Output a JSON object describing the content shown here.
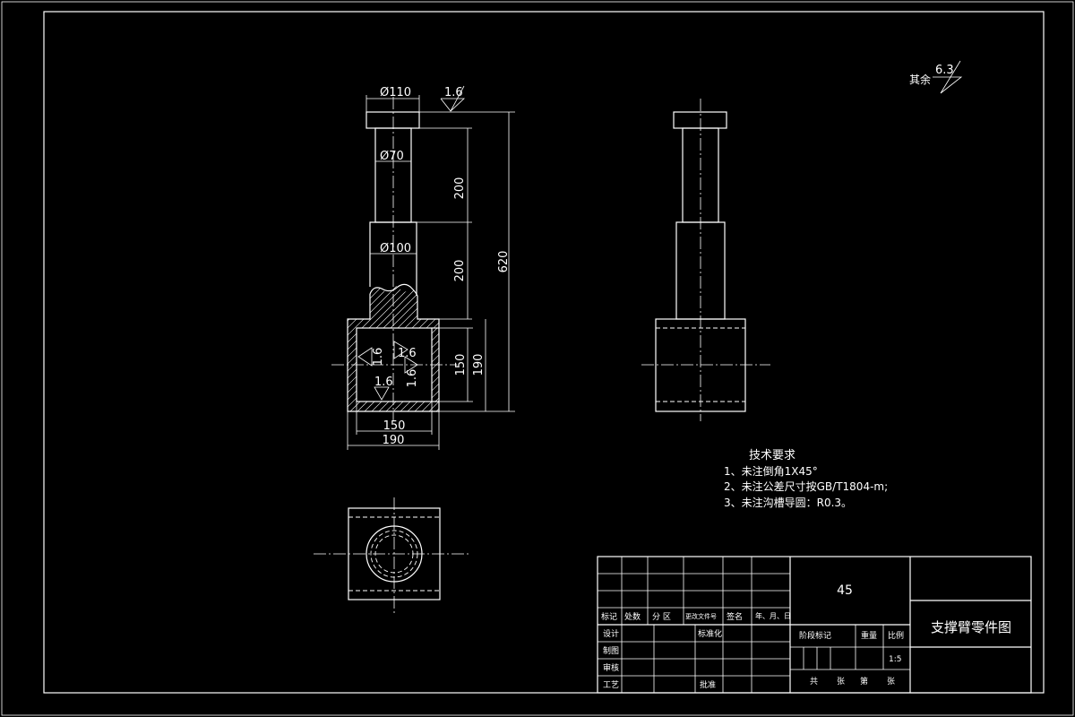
{
  "roughness_general": {
    "label": "其余",
    "value": "6.3"
  },
  "front_view": {
    "dia_top": "Ø110",
    "roughness_top": "1.6",
    "dia_upper": "Ø70",
    "len_200_a": "200",
    "dia_mid": "Ø100",
    "len_200_b": "200",
    "len_total": "620",
    "roughness_inner_1": "1.6",
    "roughness_inner_2": "1.6",
    "roughness_inner_3": "1.6",
    "roughness_inner_4": "1.6",
    "inner_h": "150",
    "outer_h": "190",
    "inner_w": "150",
    "outer_w": "190"
  },
  "tech_req": {
    "title": "技术要求",
    "items": [
      "1、未注倒角1X45°",
      "2、未注公差尺寸按GB/T1804-m;",
      "3、未注沟槽导圆：R0.3。"
    ]
  },
  "title_block": {
    "material": "45",
    "drawing_name": "支撑臂零件图",
    "headers": [
      "标记",
      "处数",
      "分 区",
      "更改文件号",
      "签名",
      "年、月、日"
    ],
    "rows": [
      "设计",
      "制图",
      "审核",
      "工艺"
    ],
    "standardization": "标准化",
    "approve": "批准",
    "stage_mark": "阶段标记",
    "weight": "重量",
    "scale_label": "比例",
    "scale_value": "1:5",
    "sheets": [
      "共",
      "张",
      "第",
      "张"
    ]
  }
}
